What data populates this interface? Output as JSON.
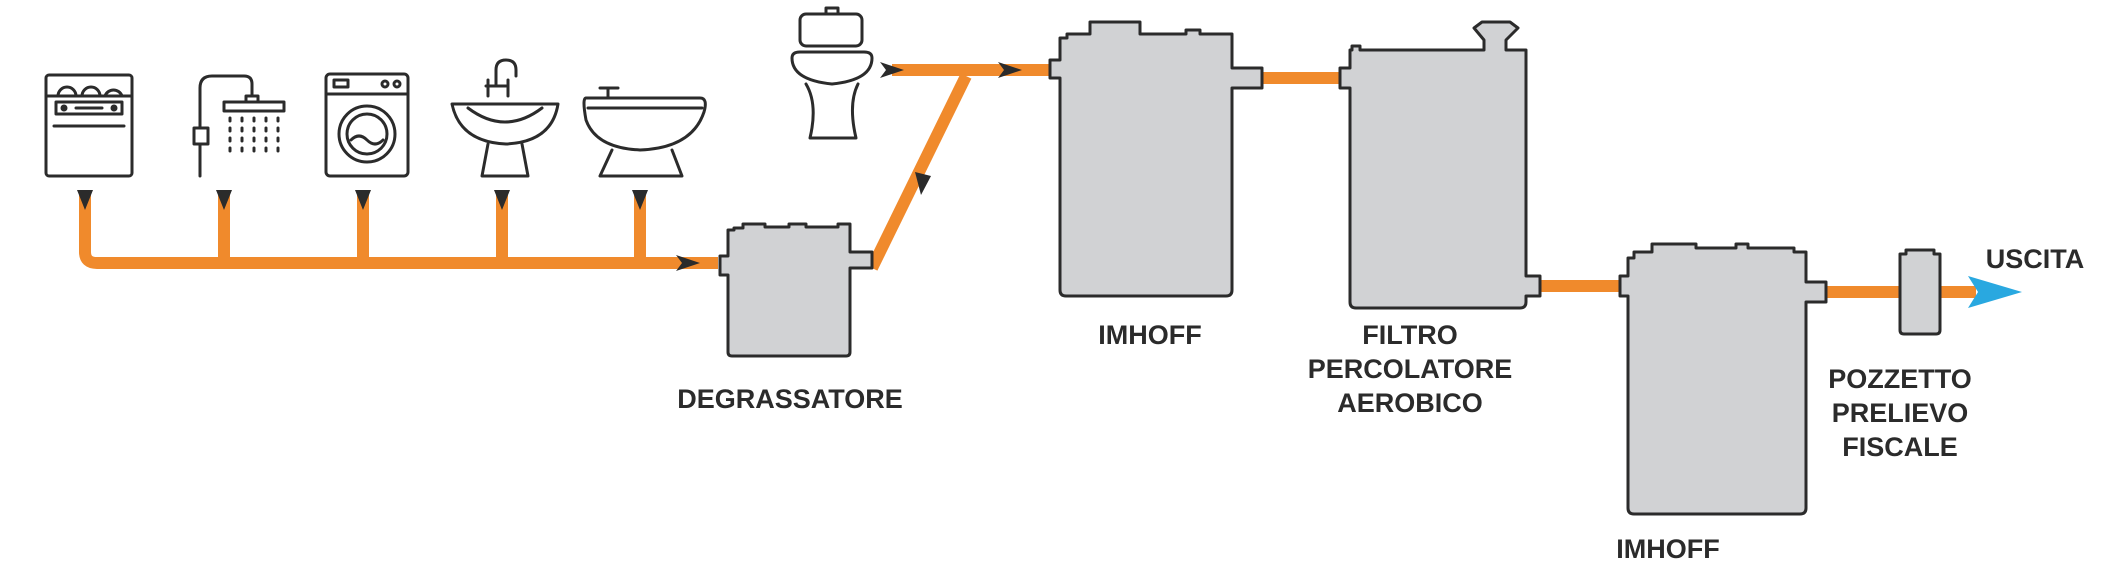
{
  "labels": {
    "degrassatore": "DEGRASSATORE",
    "imhoff_1": "IMHOFF",
    "filtro": [
      "FILTRO",
      "PERCOLATORE",
      "AEROBICO"
    ],
    "imhoff_2": "IMHOFF",
    "pozzetto": [
      "POZZETTO",
      "PRELIEVO",
      "FISCALE"
    ],
    "uscita": "USCITA"
  },
  "sources": [
    "dishwasher-icon",
    "shower-icon",
    "washing-machine-icon",
    "sink-icon",
    "bidet-icon",
    "toilet-icon"
  ],
  "colors": {
    "pipe": "#f08a2c",
    "tank_fill": "#d1d2d4",
    "tank_stroke": "#2b2b2b",
    "arrow": "#2b2b2b",
    "outlet_arrow": "#29a8e0",
    "text": "#2b2b2b"
  }
}
